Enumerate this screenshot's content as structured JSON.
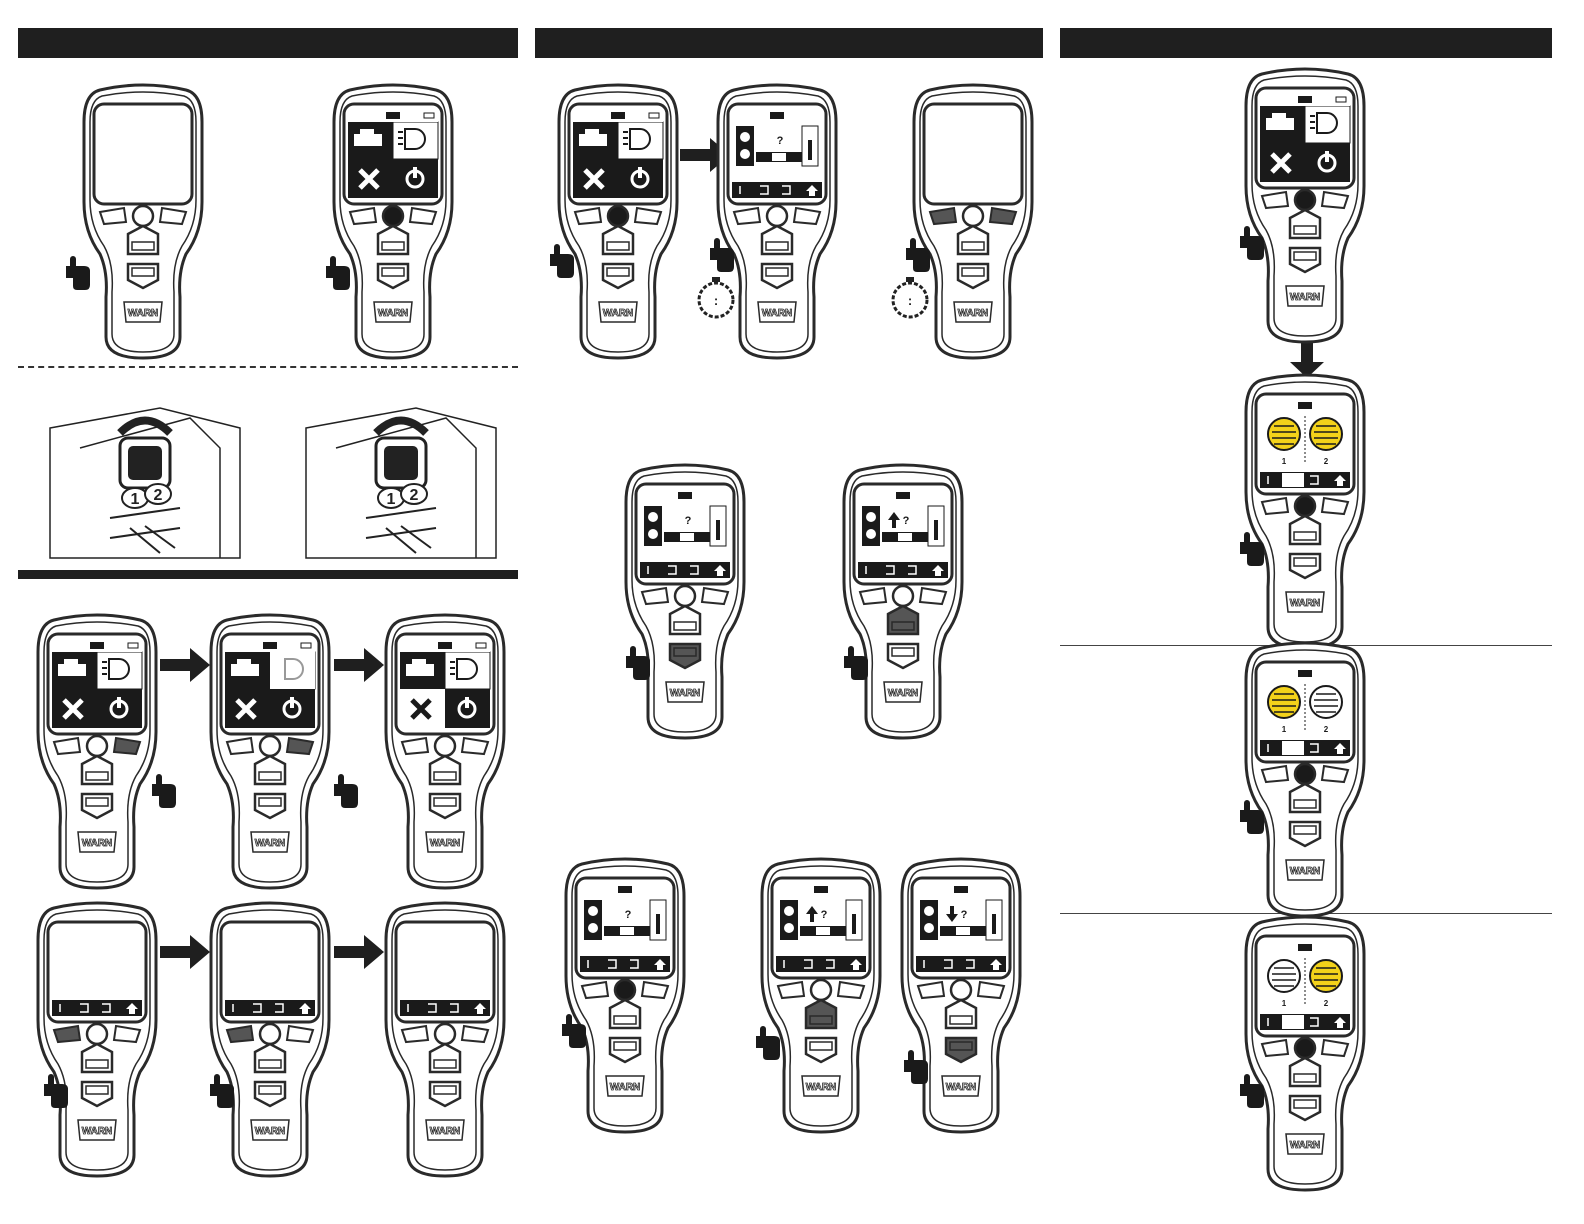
{
  "section_headers": [
    "",
    "",
    ""
  ],
  "remote": {
    "brand_label": "WARN",
    "home_menu": {
      "tiles": [
        "vehicle-icon",
        "light-icon",
        "wrench-icon",
        "power-icon"
      ]
    },
    "light_screen": {
      "light_numbers": [
        "1",
        "2"
      ],
      "bottom_bar_icons": [
        "link-icon",
        "light-1-icon",
        "light-2-icon",
        "home-icon"
      ]
    },
    "winch_screen": {
      "unknown_mark": "?",
      "bottom_bar_icons": [
        "link-icon",
        "light-1-icon",
        "light-2-icon",
        "home-icon"
      ]
    }
  },
  "socket_labels": [
    "1",
    "2"
  ],
  "timer_text": ":",
  "colors": {
    "header_bar": "#1f1f1f",
    "light_on": "#f3d21a",
    "light_off": "#ffffff",
    "screen_dark": "#1a1a1a",
    "outline": "#2a2a2a",
    "pressed_button": "#555555"
  }
}
